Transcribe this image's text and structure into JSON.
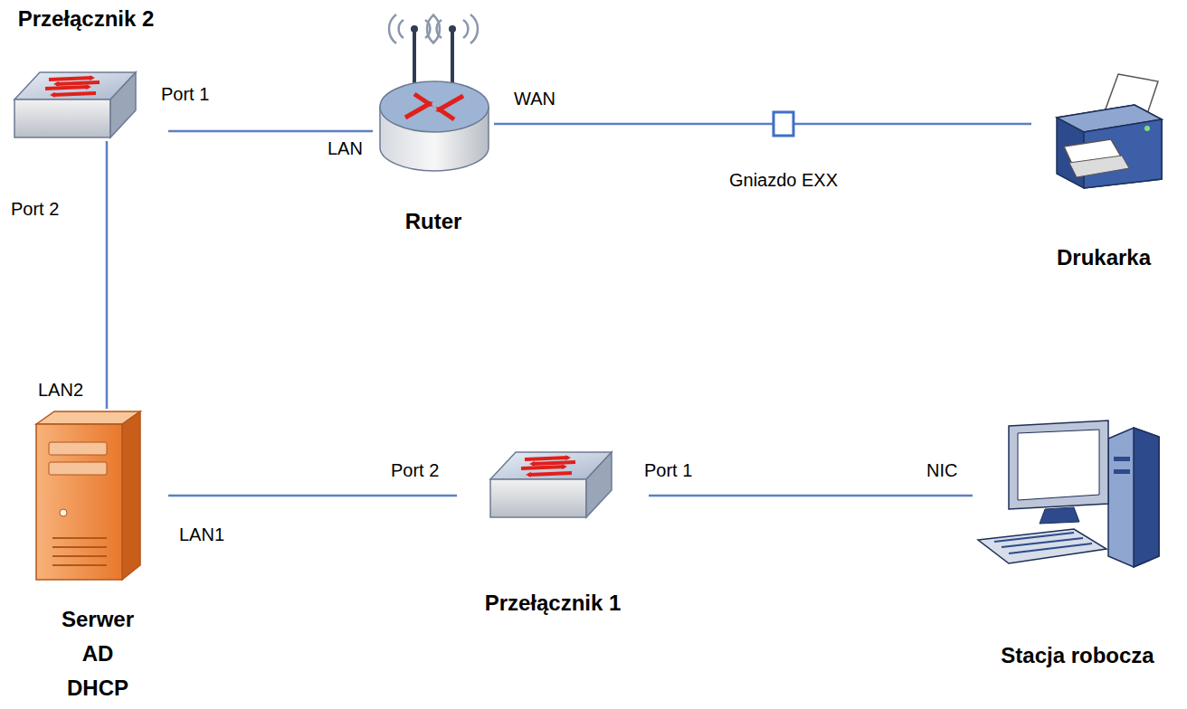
{
  "diagram": {
    "nodes": [
      {
        "text": [
          "Przełącznik 2"
        ]
      },
      {
        "text": [
          "Ruter"
        ]
      },
      {
        "text": [
          "Gniazdo EXX"
        ]
      },
      {
        "text": [
          "Drukarka"
        ]
      },
      {
        "text": [
          "Serwer AD DHCP"
        ]
      },
      {
        "text": [
          "Przełącznik 1"
        ]
      },
      {
        "text": [
          "Stacja robocza"
        ]
      }
    ],
    "edges": [
      {
        "from": 0,
        "to": 1,
        "arrow": "none"
      },
      {
        "from": 1,
        "to": 2,
        "arrow": "none"
      },
      {
        "from": 2,
        "to": 3,
        "arrow": "none"
      },
      {
        "from": 0,
        "to": 4,
        "arrow": "none"
      },
      {
        "from": 4,
        "to": 5,
        "arrow": "none"
      },
      {
        "from": 5,
        "to": 6,
        "arrow": "none"
      }
    ],
    "labels": [
      "Port 1",
      "LAN",
      "WAN",
      "Port 2",
      "LAN2",
      "LAN1",
      "Port 2",
      "Port 1",
      "NIC"
    ]
  }
}
